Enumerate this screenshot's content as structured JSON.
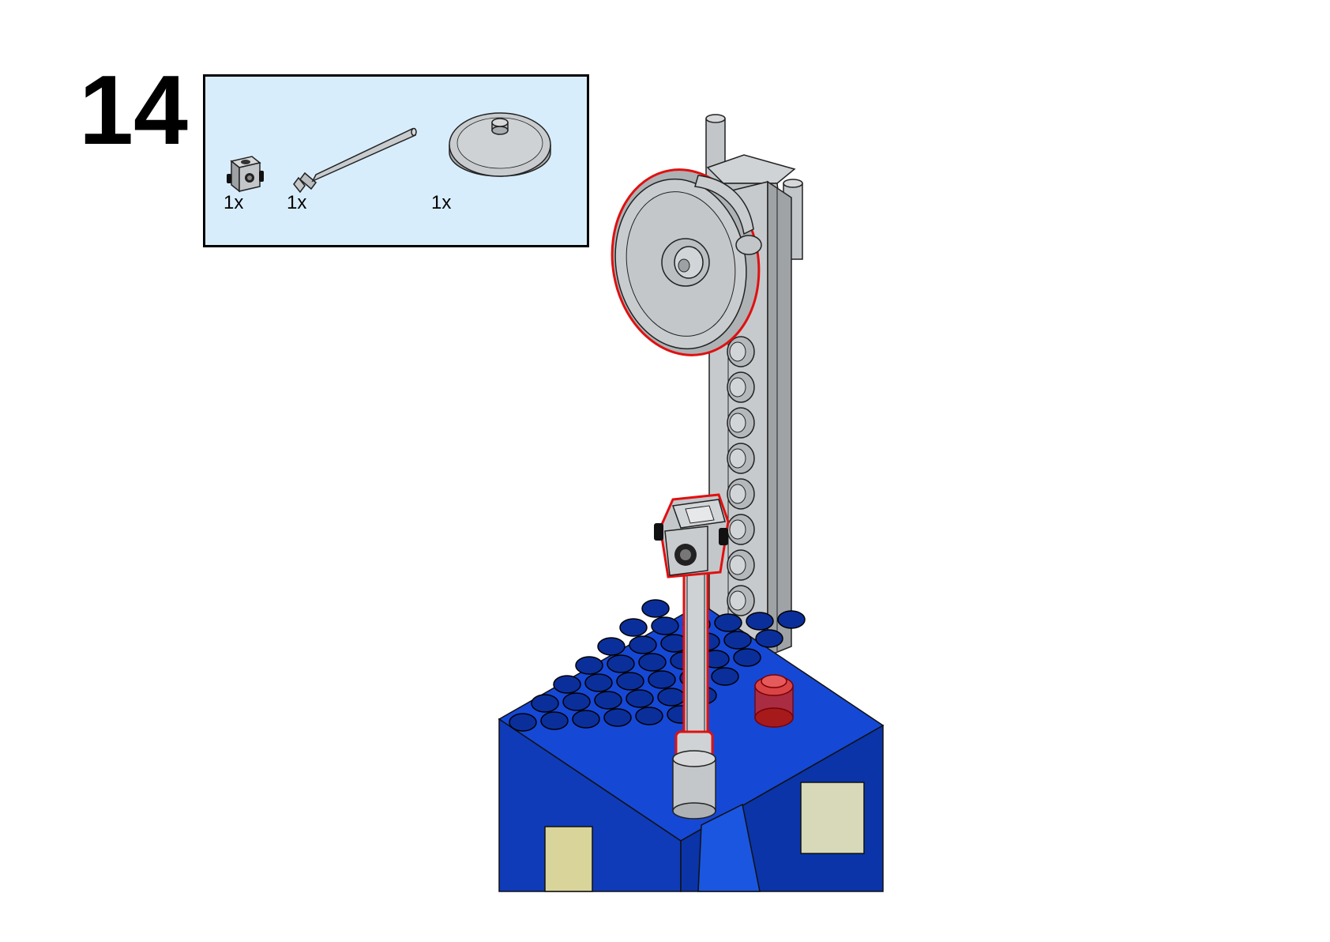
{
  "step": {
    "number": "14"
  },
  "parts_list": {
    "items": [
      {
        "name": "technic-brick-1x1-with-holes",
        "quantity": "1x"
      },
      {
        "name": "technic-axle",
        "quantity": "1x"
      },
      {
        "name": "technic-wedge-belt-wheel",
        "quantity": "1x"
      }
    ]
  },
  "colors": {
    "parts_box_bg": "#d8edfc",
    "model_blue": "#0a3fbf",
    "model_gray": "#b9bdc0",
    "highlight_red": "#e01010"
  }
}
